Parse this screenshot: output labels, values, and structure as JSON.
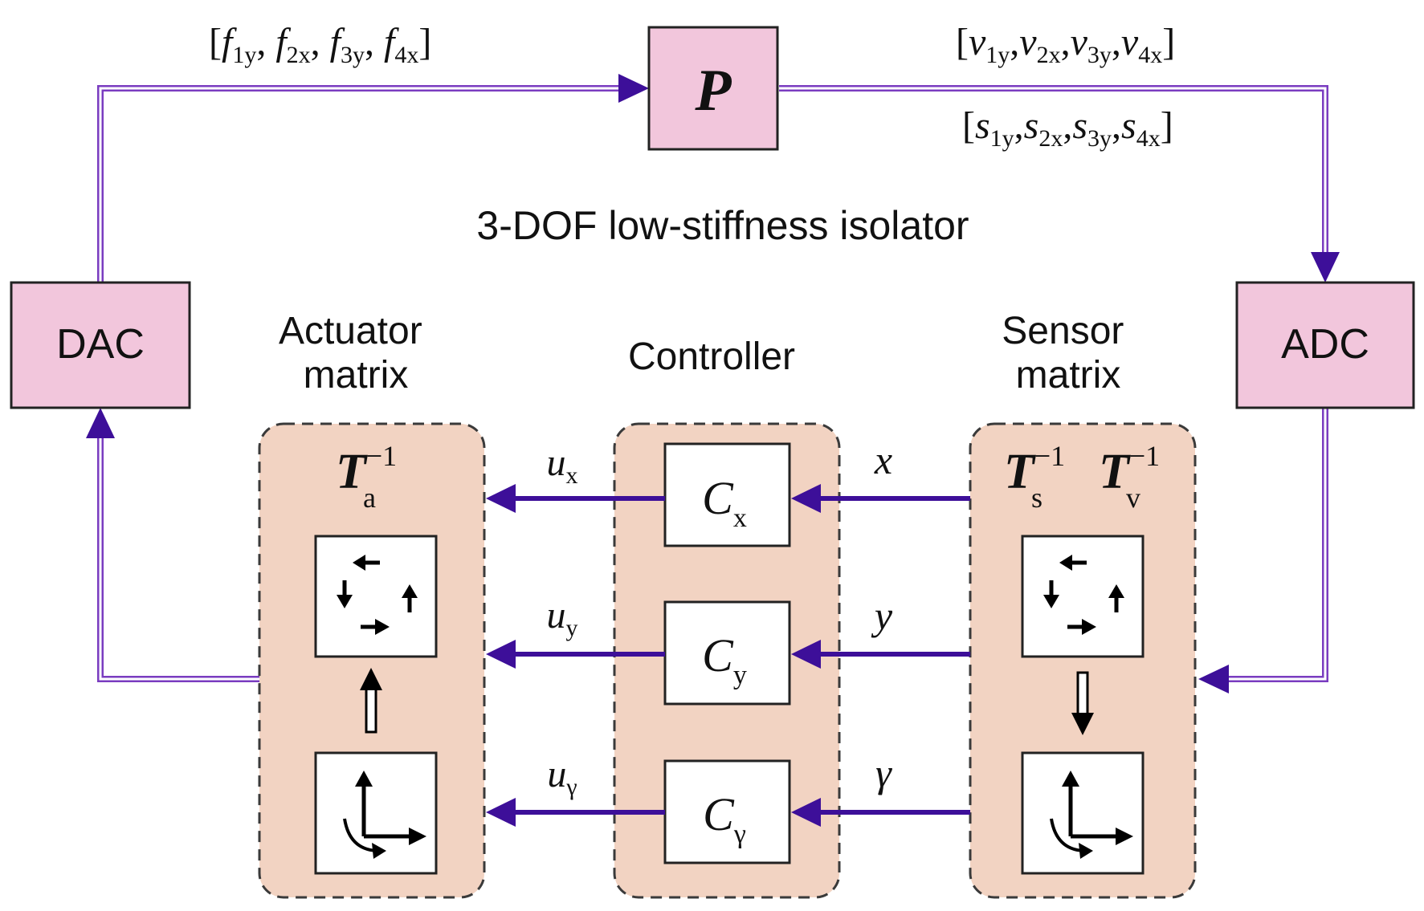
{
  "diagram": {
    "plant": {
      "label": "P"
    },
    "plant_caption": "3-DOF low-stiffness isolator",
    "dac": {
      "label": "DAC"
    },
    "adc": {
      "label": "ADC"
    },
    "input_vector": {
      "open": "[",
      "items": [
        {
          "sym": "f",
          "sub": "1y"
        },
        {
          "sym": "f",
          "sub": "2x"
        },
        {
          "sym": "f",
          "sub": "3y"
        },
        {
          "sym": "f",
          "sub": "4x"
        }
      ],
      "close": "]"
    },
    "velocity_vector": {
      "open": "[",
      "items": [
        {
          "sym": "v",
          "sub": "1y"
        },
        {
          "sym": "v",
          "sub": "2x"
        },
        {
          "sym": "v",
          "sub": "3y"
        },
        {
          "sym": "v",
          "sub": "4x"
        }
      ],
      "close": "]"
    },
    "displacement_vector": {
      "open": "[",
      "items": [
        {
          "sym": "s",
          "sub": "1y"
        },
        {
          "sym": "s",
          "sub": "2x"
        },
        {
          "sym": "s",
          "sub": "3y"
        },
        {
          "sym": "s",
          "sub": "4x"
        }
      ],
      "close": "]"
    },
    "actuator_matrix": {
      "title_line1": "Actuator",
      "title_line2": "matrix",
      "symbol": "T",
      "sub": "a",
      "sup": "−1"
    },
    "controller": {
      "title": "Controller"
    },
    "sensor_matrix": {
      "title_line1": "Sensor",
      "title_line2": "matrix",
      "symbol_s": "T",
      "sub_s": "s",
      "symbol_v": "T",
      "sub_v": "v",
      "sup": "−1"
    },
    "loops": [
      {
        "ctrl": "C",
        "ctrl_sub": "x",
        "out": "u",
        "out_sub": "x",
        "in": "x"
      },
      {
        "ctrl": "C",
        "ctrl_sub": "y",
        "out": "u",
        "out_sub": "y",
        "in": "y"
      },
      {
        "ctrl": "C",
        "ctrl_sub": "γ",
        "out": "u",
        "out_sub": "γ",
        "in": "γ"
      }
    ],
    "colors": {
      "signal": "#3d0f99",
      "bus": "#7a3cc0",
      "block": "#f2c6dc",
      "group": "#f2d3c2"
    },
    "icons": [
      "rotation-arrows-icon",
      "axes-rotation-icon",
      "hollow-up-arrow-icon",
      "hollow-down-arrow-icon"
    ]
  }
}
